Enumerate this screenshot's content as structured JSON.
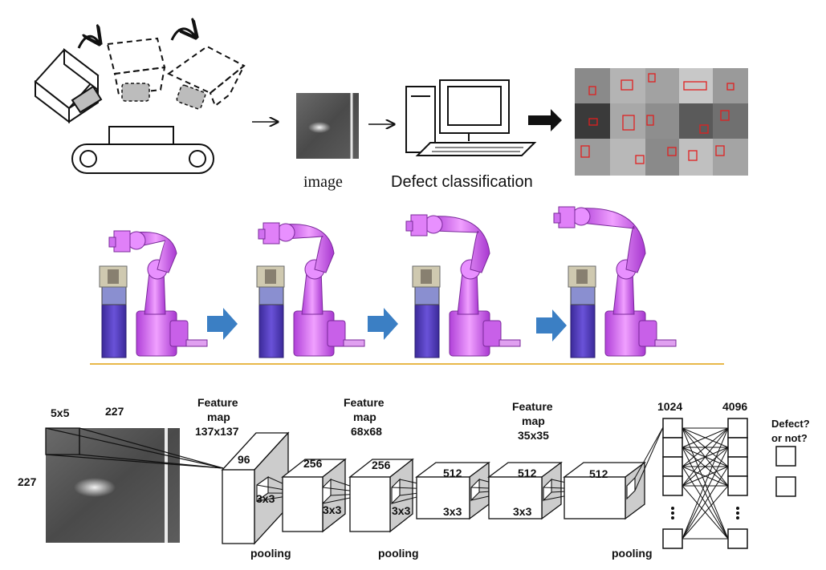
{
  "top": {
    "image_label": "image",
    "classification_label": "Defect classification"
  },
  "cnn": {
    "kernel_label": "5x5",
    "input_width": "227",
    "input_height": "227",
    "feature_map_1": [
      "Feature",
      "map",
      "137x137"
    ],
    "feature_map_2": [
      "Feature",
      "map",
      "68x68"
    ],
    "feature_map_3": [
      "Feature",
      "map",
      "35x35"
    ],
    "depths": [
      "96",
      "256",
      "256",
      "512",
      "512",
      "512"
    ],
    "kernels": [
      "3x3",
      "3x3",
      "3x3",
      "3x3",
      "3x3"
    ],
    "pooling_labels": [
      "pooling",
      "pooling",
      "pooling"
    ],
    "fc_sizes": [
      "1024",
      "4096"
    ],
    "output_label": [
      "Defect?",
      "or not?"
    ]
  },
  "colors": {
    "robot": "#cc66ee",
    "robot_dark": "#7a2a9a",
    "base_column": "#5a3fc0",
    "arrow": "#3b7fc4",
    "divider": "#e8b84a",
    "defect_box": "#e02020",
    "cube_shade": "#cccccc"
  }
}
